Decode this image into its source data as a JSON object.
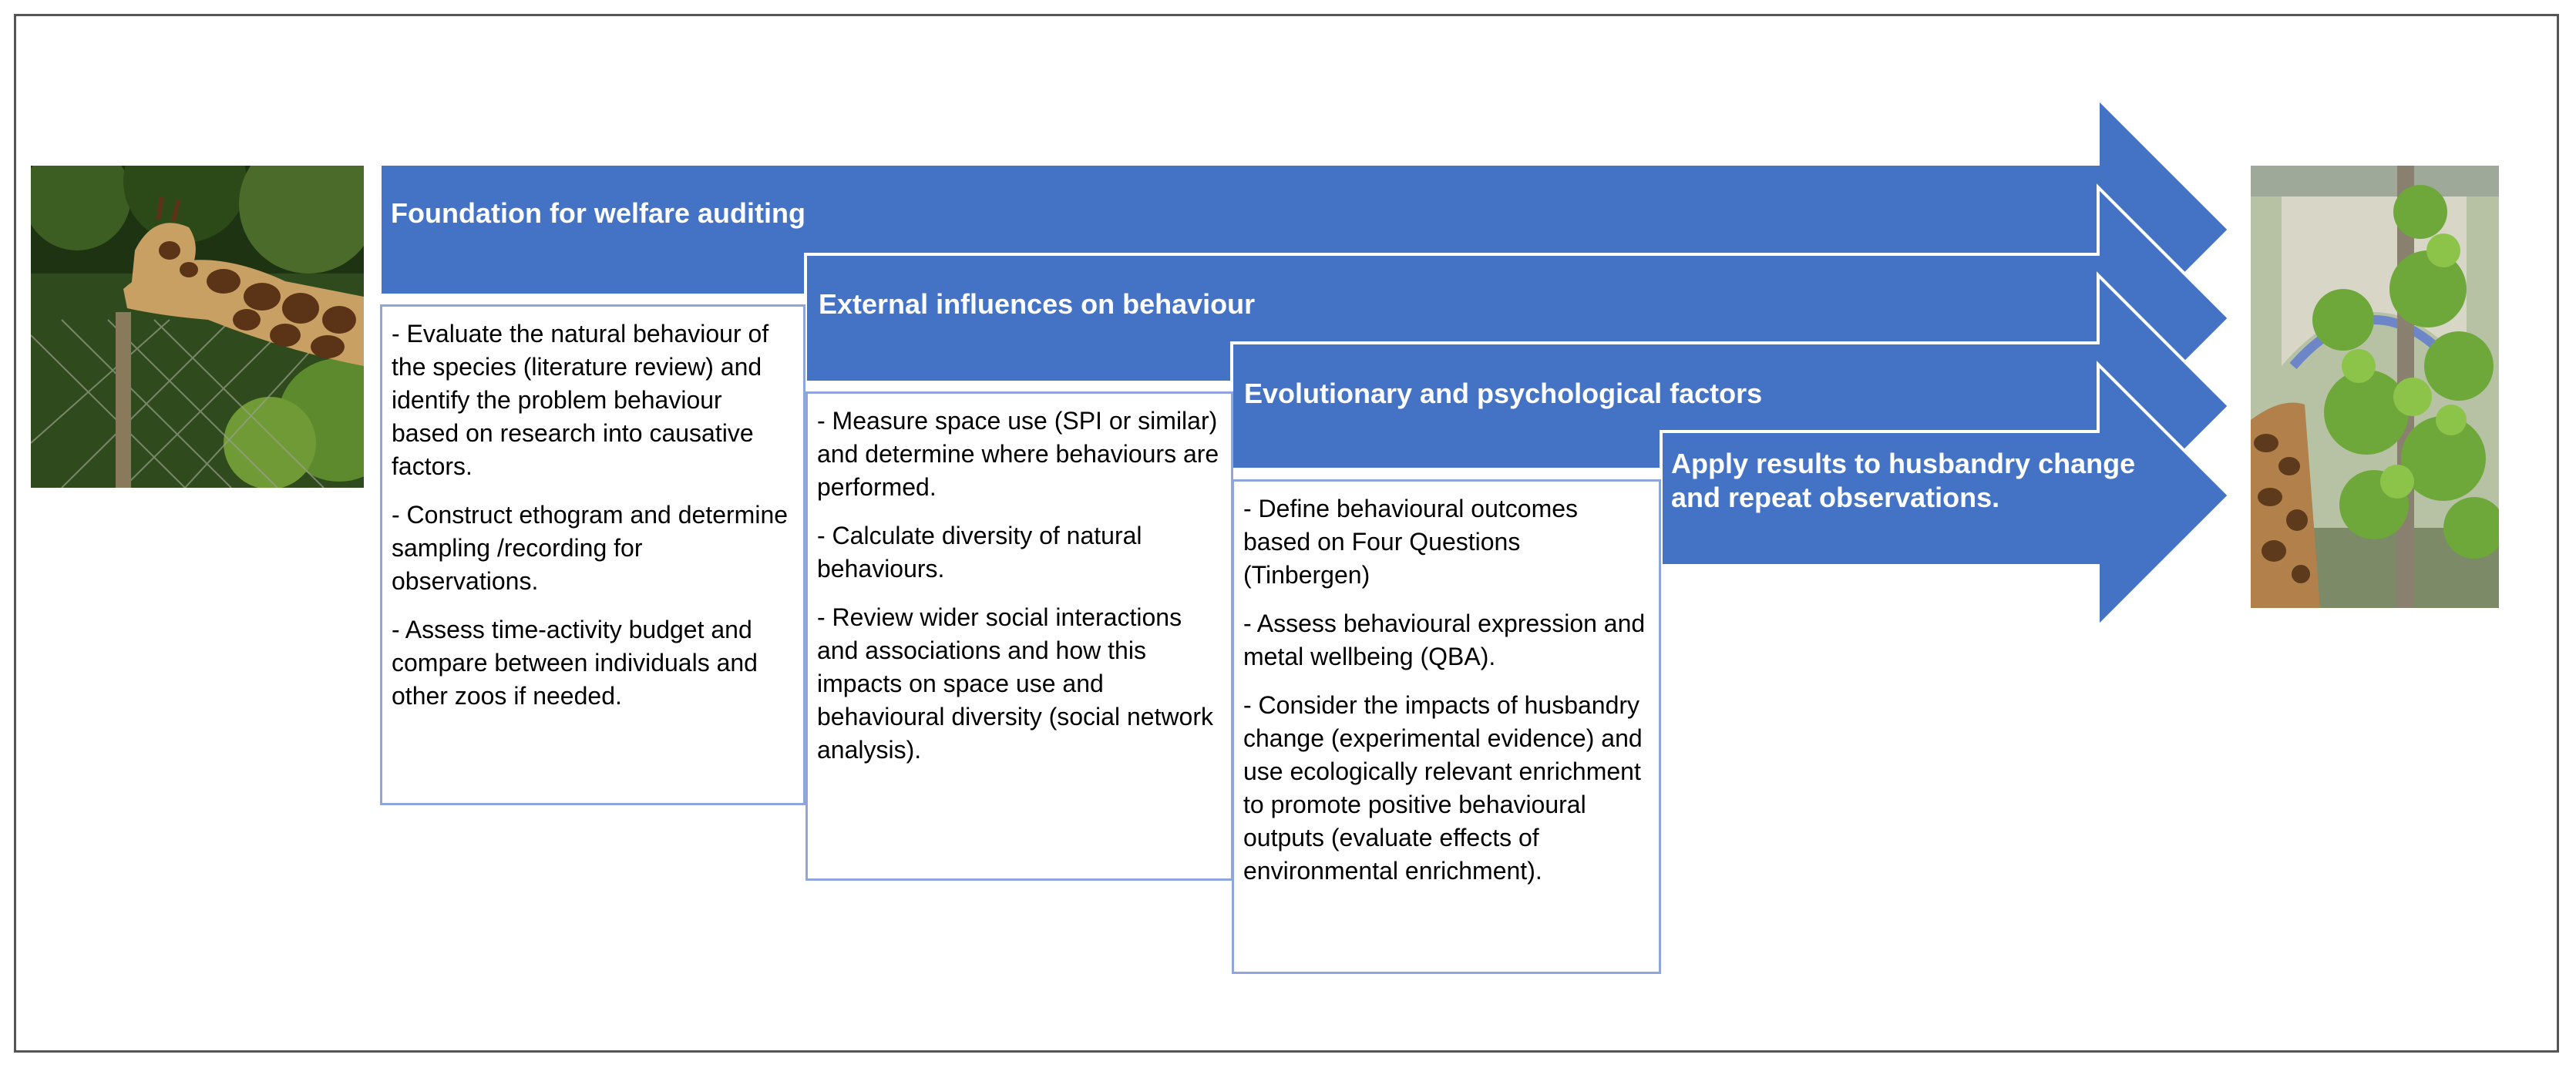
{
  "stages": [
    {
      "title": "Foundation for welfare auditing",
      "items": [
        "- Evaluate the natural behaviour of the species (literature review) and identify the problem behaviour based on research into causative factors.",
        "- Construct ethogram and determine sampling /recording for observations.",
        "- Assess time-activity budget and compare between individuals and other zoos if needed."
      ]
    },
    {
      "title": "External influences on behaviour",
      "items": [
        "- Measure space use (SPI or similar) and determine where behaviours are performed.",
        "- Calculate diversity of natural behaviours.",
        "- Review wider social interactions and associations and how this impacts on space use and behavioural diversity (social network analysis)."
      ]
    },
    {
      "title": "Evolutionary and psychological factors",
      "items": [
        "- Define behavioural outcomes based on Four Questions (Tinbergen)",
        "- Assess behavioural expression and metal wellbeing (QBA).",
        "- Consider the impacts of husbandry change (experimental evidence) and use ecologically relevant enrichment to promote positive behavioural outputs (evaluate effects of environmental enrichment)."
      ]
    }
  ],
  "final_step": {
    "text": "Apply results to husbandry change and repeat observations."
  },
  "colors": {
    "arrow_fill": "#4472c4",
    "arrow_outline": "#ffffff",
    "box_border": "#8ea6dc",
    "frame_border": "#555555"
  }
}
